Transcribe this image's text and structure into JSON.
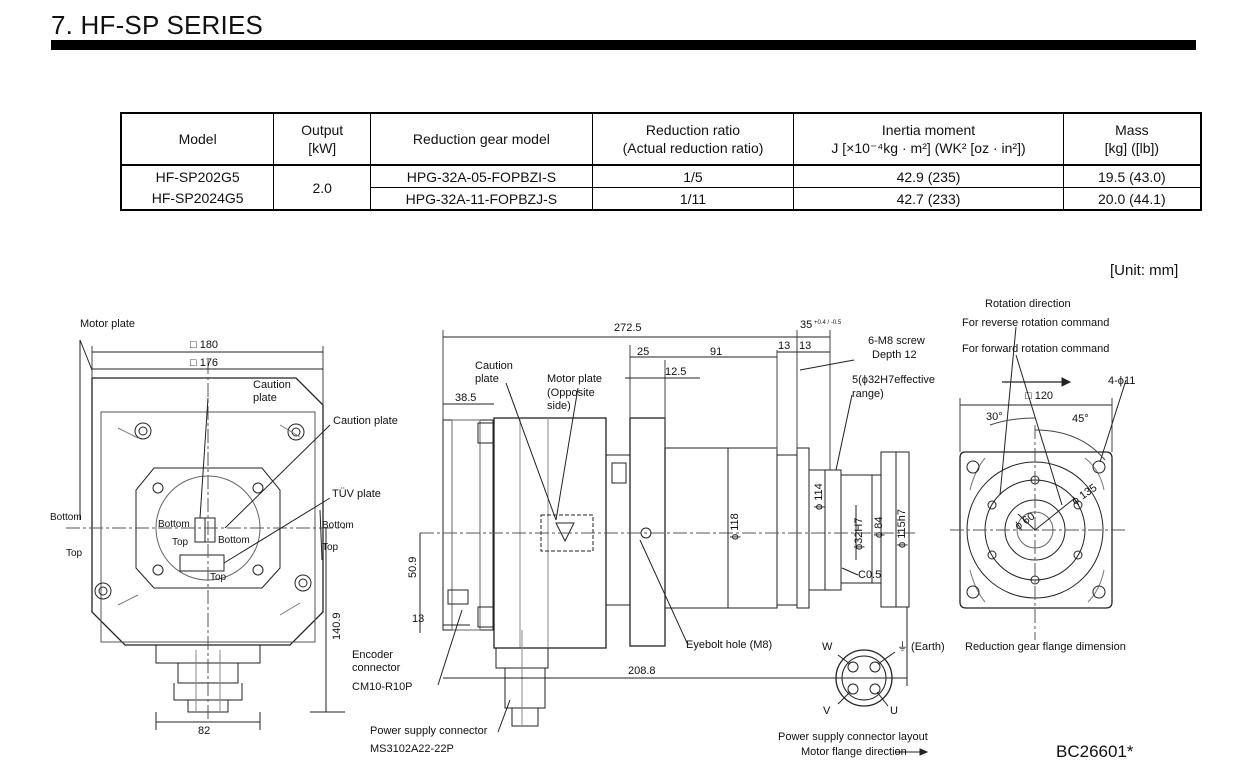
{
  "title": "7. HF-SP SERIES",
  "table": {
    "headers": [
      {
        "line1": "Model",
        "line2": ""
      },
      {
        "line1": "Output",
        "line2": "[kW]"
      },
      {
        "line1": "Reduction gear model",
        "line2": ""
      },
      {
        "line1": "Reduction ratio",
        "line2": "(Actual reduction ratio)"
      },
      {
        "line1": "Inertia moment",
        "line2": "J [×10⁻⁴kg · m²] (WK² [oz · in²])"
      },
      {
        "line1": "Mass",
        "line2": "[kg] ([lb])"
      }
    ],
    "models": [
      "HF-SP202G5",
      "HF-SP2024G5"
    ],
    "output": "2.0",
    "rows": [
      {
        "gear": "HPG-32A-05-FOPBZI-S",
        "ratio": "1/5",
        "inertia": "42.9 (235)",
        "mass": "19.5 (43.0)"
      },
      {
        "gear": "HPG-32A-11-FOPBZJ-S",
        "ratio": "1/11",
        "inertia": "42.7 (233)",
        "mass": "20.0 (44.1)"
      }
    ]
  },
  "unit": "[Unit: mm]",
  "drawing": {
    "front": {
      "motor_plate": "Motor plate",
      "sq180": "□ 180",
      "sq176": "□ 176",
      "caution_plate_1": "Caution",
      "caution_plate_2": "plate",
      "caution_plate_right": "Caution plate",
      "tuv_plate": "TÜV plate",
      "bottom": "Bottom",
      "top": "Top",
      "dim_1409": "140.9",
      "dim_82": "82"
    },
    "side": {
      "dim_2725": "272.5",
      "dim_35": "35",
      "dim_35_tol": "+0.4 / -0.5",
      "dim_25": "25",
      "dim_91": "91",
      "dim_13a": "13",
      "dim_13b": "13",
      "dim_125": "12.5",
      "dim_385": "38.5",
      "caution_1": "Caution",
      "caution_2": "plate",
      "motor_plate_1": "Motor plate",
      "motor_plate_2": "(Opposite",
      "motor_plate_3": "side)",
      "screw_1": "6-M8 screw",
      "screw_2": "Depth 12",
      "effective_1": "5(ϕ32H7effective",
      "effective_2": "range)",
      "phi118": "ϕ 118",
      "phi114": "ϕ 114",
      "phi32h7": "ϕ32H7",
      "phi84": "ϕ 84",
      "phi115h7": "ϕ 115h7",
      "c05": "C0.5",
      "dim_509": "50.9",
      "dim_13c": "13",
      "eyebolt": "Eyebolt hole (M8)",
      "dim_2088": "208.8",
      "encoder_1": "Encoder",
      "encoder_2": "connector",
      "encoder_3": "CM10-R10P",
      "power_1": "Power supply connector",
      "power_2": "MS3102A22-22P"
    },
    "flange": {
      "rotation": "Rotation direction",
      "reverse": "For reverse rotation command",
      "forward": "For forward rotation command",
      "sq120": "□ 120",
      "holes": "4-ϕ11",
      "ang30": "30°",
      "ang45": "45°",
      "phi135": "ϕ 135",
      "phi60": "ϕ 60",
      "caption": "Reduction gear flange dimension"
    },
    "connector": {
      "w": "W",
      "earth": "⏚ (Earth)",
      "v": "V",
      "u": "U",
      "caption_1": "Power supply connector layout",
      "caption_2": "Motor flange direction"
    },
    "code": "BC26601*"
  }
}
